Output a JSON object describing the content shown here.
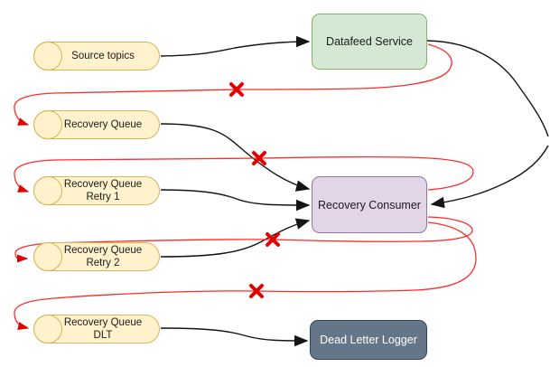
{
  "diagram": {
    "type": "flow-architecture",
    "colors": {
      "background": "#FFFFFF",
      "queue_fill": "#FFF2CC",
      "queue_stroke": "#D6B656",
      "service_fill": "#D5E8D4",
      "service_stroke": "#82B366",
      "consumer_fill": "#E1D5E7",
      "consumer_stroke": "#9673A6",
      "logger_fill": "#647687",
      "logger_stroke": "#314354",
      "success_edge": "#151515",
      "failure_edge": "#FF2B2B",
      "failure_x": "#E00000"
    },
    "nodes": {
      "source_topics": {
        "type": "queue",
        "label": "Source topics"
      },
      "datafeed_service": {
        "type": "process",
        "label": "Datafeed Service"
      },
      "recovery_queue": {
        "type": "queue",
        "label": "Recovery Queue"
      },
      "retry1": {
        "type": "queue",
        "label": "Recovery Queue",
        "label2": "Retry 1"
      },
      "recovery_consumer": {
        "type": "process",
        "label": "Recovery Consumer"
      },
      "retry2": {
        "type": "queue",
        "label": "Recovery Queue",
        "label2": "Retry 2"
      },
      "dlt": {
        "type": "queue",
        "label": "Recovery Queue",
        "label2": "DLT"
      },
      "dead_letter_logger": {
        "type": "process",
        "label": "Dead Letter Logger"
      }
    },
    "edges": [
      {
        "from": "source_topics",
        "to": "datafeed_service",
        "style": "black-arrow"
      },
      {
        "from": "datafeed_service",
        "to": "offscreen-right",
        "style": "black-line"
      },
      {
        "from": "offscreen-right",
        "to": "recovery_consumer",
        "style": "black-arrow"
      },
      {
        "from": "datafeed_service",
        "to": "recovery_queue",
        "style": "red-arrow",
        "failure_mark": "x"
      },
      {
        "from": "recovery_queue",
        "to": "recovery_consumer",
        "style": "black-arrow"
      },
      {
        "from": "recovery_consumer",
        "to": "retry1",
        "style": "red-arrow",
        "failure_mark": "x"
      },
      {
        "from": "retry1",
        "to": "recovery_consumer",
        "style": "black-arrow"
      },
      {
        "from": "recovery_consumer",
        "to": "retry2",
        "style": "red-arrow",
        "failure_mark": "x"
      },
      {
        "from": "retry2",
        "to": "recovery_consumer",
        "style": "black-arrow"
      },
      {
        "from": "recovery_consumer",
        "to": "dlt",
        "style": "red-arrow",
        "failure_mark": "x"
      },
      {
        "from": "dlt",
        "to": "dead_letter_logger",
        "style": "black-arrow"
      }
    ],
    "failure_mark_count": 4
  }
}
